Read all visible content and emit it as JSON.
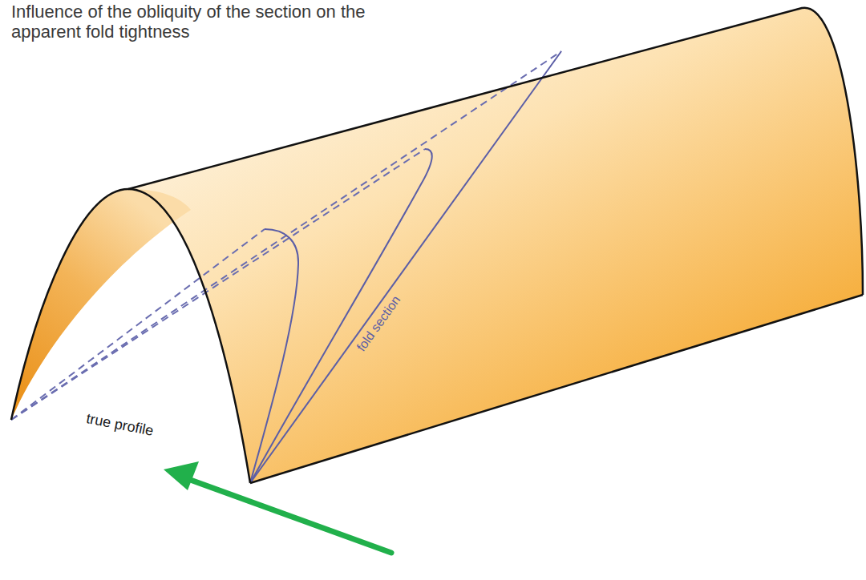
{
  "diagram": {
    "title": "Influence of the obliquity of the section on the apparent fold tightness",
    "labels": [
      "true profile",
      "fold section"
    ]
  }
}
